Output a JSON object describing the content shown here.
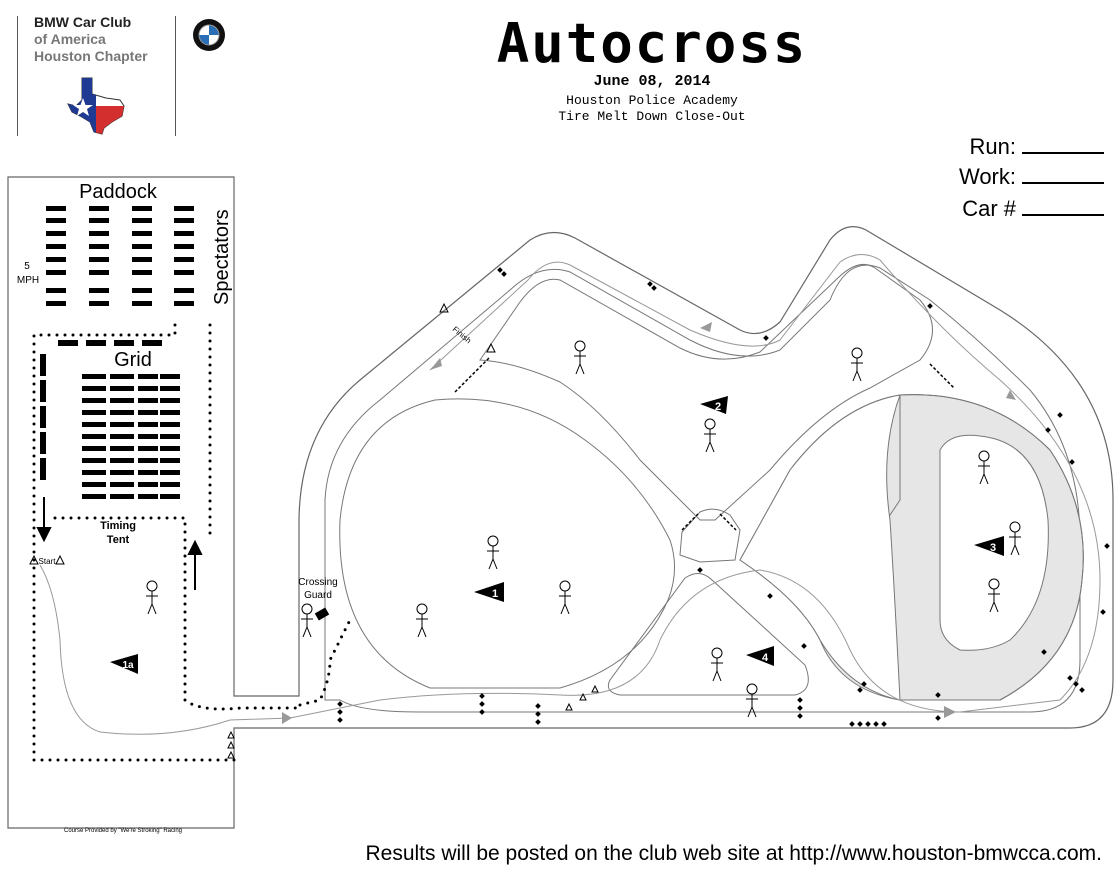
{
  "header": {
    "club_line1": "BMW Car Club",
    "club_line2": "of America",
    "club_line3": "Houston Chapter",
    "title": "Autocross",
    "date": "June 08, 2014",
    "venue": "Houston Police Academy",
    "event": "Tire Melt Down Close-Out"
  },
  "form": {
    "run_label": "Run:",
    "work_label": "Work:",
    "car_label": "Car #"
  },
  "map": {
    "paddock": "Paddock",
    "spectators": "Spectators",
    "speed_num": "5",
    "speed_unit": "MPH",
    "grid": "Grid",
    "timing_line1": "Timing",
    "timing_line2": "Tent",
    "start": "Start",
    "finish": "Finish",
    "crossing_line1": "Crossing",
    "crossing_line2": "Guard",
    "stations": [
      "1",
      "2",
      "3",
      "4",
      "1a"
    ]
  },
  "footer": {
    "results": "Results will be posted on the club web site at http://www.houston-bmwcca.com.",
    "credit": "Course Provided by \"We're Stroking\" Racing"
  },
  "colors": {
    "texas_blue": "#1f3a93",
    "texas_red": "#d32f2f",
    "infield_gray": "#e6e6e6"
  }
}
